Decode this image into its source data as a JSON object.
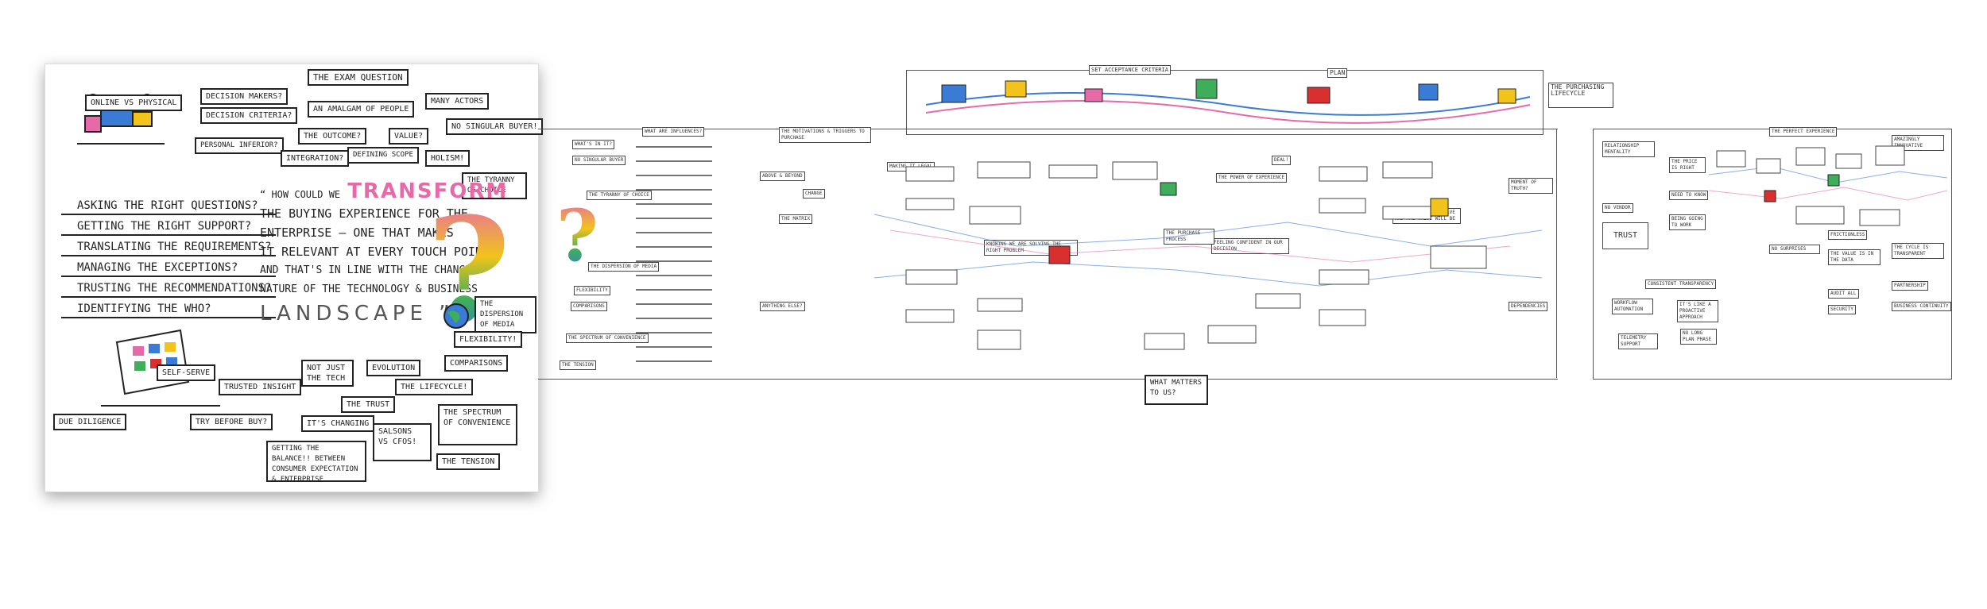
{
  "left_panel": {
    "top_boxes": {
      "online_vs_physical": "Online vs physical",
      "decision_makers": "Decision makers?",
      "decision_criteria": "Decision criteria?",
      "personal_inferior": "Personal inferior?",
      "the_exam_question": "The exam question",
      "an_amalgam": "An amalgam of people",
      "many_actors": "Many actors",
      "the_outcome": "The outcome?",
      "value": "Value?",
      "no_singular_buyer": "No singular buyer!",
      "integration": "Integration?",
      "defining_scope": "Defining scope",
      "holism": "Holism!",
      "tyranny_of_choice": "The tyranny of choice"
    },
    "questions": [
      "Asking the right questions?",
      "Getting the right support?",
      "Translating the requirements?",
      "Managing the exceptions?",
      "Trusting the recommendations?",
      "Identifying the who?"
    ],
    "quote": {
      "line1_pre": "“ How could we",
      "line1_word": "TRANSFORM",
      "line2": "The buying experience for the",
      "line3": "enterprise — one that makes",
      "line4": "it relevant at every touch point",
      "line5": "and that's in line with the changing",
      "line6": "nature of the technology & business",
      "line7": "LANDSCAPE ”"
    },
    "right_boxes": {
      "dispersion_of_media": "The dispersion of media",
      "flexibility": "Flexibility!",
      "comparisons": "Comparisons",
      "the_spectrum": "The spectrum of convenience",
      "the_tension": "The tension"
    },
    "bottom_boxes": {
      "self_serve": "Self-serve",
      "trusted_insight": "Trusted insight",
      "not_just_tech": "Not just the tech",
      "evolution": "Evolution",
      "the_lifecycle": "The lifecycle!",
      "the_trust": "The trust",
      "its_changing": "It's changing",
      "salsons_vs_cfos": "Salsons vs CFOs!",
      "due_diligence": "Due diligence",
      "try_before_buy": "Try before buy?",
      "getting_balance": "Getting the balance!! between consumer expectation & enterprise"
    }
  },
  "middle_panel": {
    "acceptance_criteria": "Set acceptance criteria",
    "plan": "Plan",
    "what_matters": "What matters to us?",
    "col_headers": [
      "What are influences?",
      "The motivations & triggers to purchase",
      "Making it legal",
      "The power of experience",
      "Deal!"
    ],
    "sections": {
      "whats_in_it": "What's in it?",
      "singular_buyer": "No singular buyer",
      "tyranny": "The tyranny of choice",
      "flexibility": "Flexibility",
      "the_spectrum": "The spectrum of convenience",
      "the_tension": "The tension",
      "comparisons": "Comparisons",
      "dispersion": "The dispersion of media",
      "change": "Change",
      "the_matrix": "The matrix",
      "above_beyond": "Above & beyond",
      "anything_else": "Anything else?",
      "defining_the_problem": "Knowing we are solving the right problem",
      "feeling_confident": "Feeling confident in our decision",
      "value": "Knowing we can evolve and the value will be",
      "lifecycle": "The purchasing lifecycle",
      "the_process": "The purchase process",
      "is_it_true": "Moment of truth?",
      "dependencies": "Dependencies"
    }
  },
  "right_panel": {
    "header_box": "The purchasing lifecycle",
    "col_headers": [
      "Relationship mentality",
      "The perfect experience",
      "Amazingly innovative"
    ],
    "sections": {
      "trust": "Trust",
      "no_vendor": "No vendor",
      "the_price_is_right": "The price is right",
      "need_to_know": "Need to know",
      "being_going": "Being going to work",
      "consistent_transparency": "Consistent transparency",
      "workflow": "Workflow automation",
      "a_proactive": "It's like a proactive approach",
      "telemetry": "Telemetry support",
      "no_plan": "No long plan phase",
      "frictionless": "Frictionless",
      "the_cycle": "The cycle is transparent",
      "no_surprises": "No surprises",
      "in_the_data": "The value is in the data",
      "security": "Security",
      "audit_all": "Audit all",
      "business_continuity": "Business continuity",
      "partnership": "Partnership"
    }
  },
  "colors": {
    "ink": "#222222",
    "transform_pink": "#e66aa8",
    "accent_blue": "#3a7bd5",
    "accent_red": "#d9302f",
    "accent_yellow": "#f2c31b",
    "accent_green": "#3fae5a"
  }
}
